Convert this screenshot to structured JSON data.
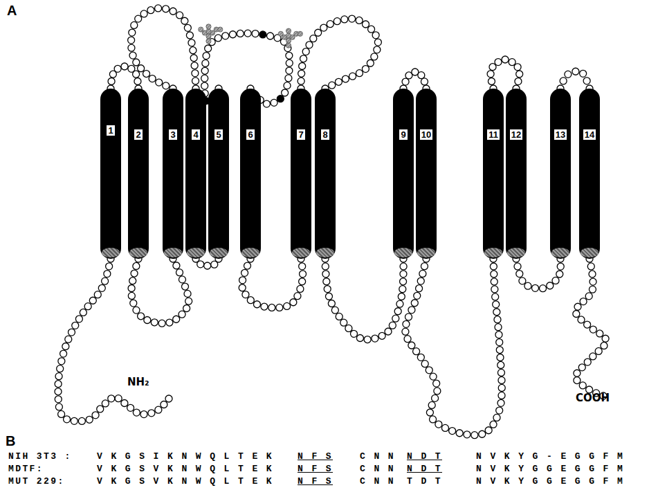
{
  "diagram": {
    "nodes": [
      {
        "text": [
          "1"
        ]
      },
      {
        "text": [
          "2"
        ]
      },
      {
        "text": [
          "3"
        ]
      },
      {
        "text": [
          "4"
        ]
      },
      {
        "text": [
          "5"
        ]
      },
      {
        "text": [
          "6"
        ]
      },
      {
        "text": [
          "7"
        ]
      },
      {
        "text": [
          "8"
        ]
      },
      {
        "text": [
          "9"
        ]
      },
      {
        "text": [
          "10"
        ]
      },
      {
        "text": [
          "11"
        ]
      },
      {
        "text": [
          "12"
        ]
      },
      {
        "text": [
          "13"
        ]
      },
      {
        "text": [
          "14"
        ]
      }
    ],
    "labels": [
      "A",
      "NH₂",
      "COOH",
      "B",
      "NIH 3T3 :",
      "V K G S I K N W Q L T E K",
      "N F S",
      "C N N",
      "N D T",
      "N V K Y G - E G G F M",
      "MDTF:",
      "V K G S V K N W Q L T E K",
      "N F S",
      "C N N",
      "N D T",
      "N V K Y G G E G G F M",
      "MUT 229:",
      "V K G S V K N W Q L T E K",
      "N F S",
      "C N N",
      "T D T",
      "N V K Y G G E G G F M"
    ]
  }
}
